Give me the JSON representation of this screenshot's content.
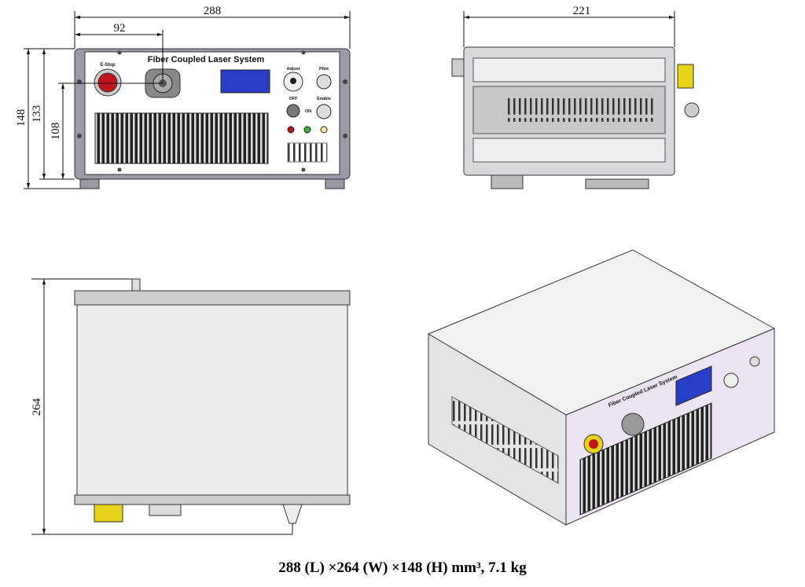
{
  "dimensions": {
    "front_width": "288",
    "connector_offset": "92",
    "front_height_total": "148",
    "front_height_body": "133",
    "connector_height": "108",
    "side_depth": "221",
    "top_depth": "264"
  },
  "panel": {
    "title": "Fiber Coupled Laser System",
    "estop": "E-Stop",
    "adjust": "Adjust",
    "pilot": "Pilot",
    "off": "OFF",
    "on": "ON",
    "enable": "Enable"
  },
  "caption": "288 (L) ×264 (W) ×148 (H) mm³, 7.1 kg",
  "colors": {
    "panel": "#e9e3f0",
    "display": "#2a3fc8",
    "estop": "#c0161b",
    "yellow_connector": "#e8d21a",
    "led_red": "#b51a1a",
    "led_green": "#3db03d",
    "led_yellow": "#f0ee9a"
  }
}
